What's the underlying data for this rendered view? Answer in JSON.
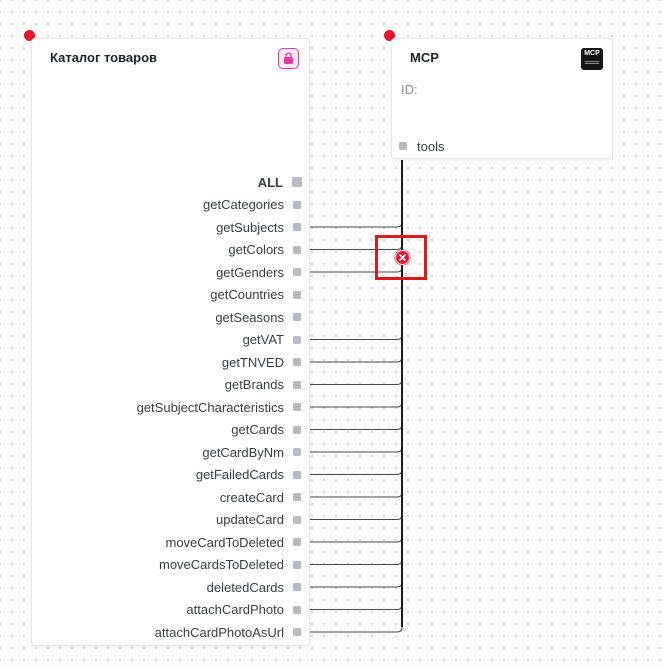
{
  "catalog_node": {
    "title": "Каталог товаров",
    "icon": "shopping-bag-icon",
    "accent": "#e23da4",
    "status_color": "#e3152f",
    "ports": [
      {
        "label": "ALL",
        "connected": false,
        "bold": true
      },
      {
        "label": "getCategories",
        "connected": false
      },
      {
        "label": "getSubjects",
        "connected": true
      },
      {
        "label": "getColors",
        "connected": true
      },
      {
        "label": "getGenders",
        "connected": true
      },
      {
        "label": "getCountries",
        "connected": false
      },
      {
        "label": "getSeasons",
        "connected": false
      },
      {
        "label": "getVAT",
        "connected": true
      },
      {
        "label": "getTNVED",
        "connected": true
      },
      {
        "label": "getBrands",
        "connected": true
      },
      {
        "label": "getSubjectCharacteristics",
        "connected": true
      },
      {
        "label": "getCards",
        "connected": true
      },
      {
        "label": "getCardByNm",
        "connected": true
      },
      {
        "label": "getFailedCards",
        "connected": true
      },
      {
        "label": "createCard",
        "connected": true
      },
      {
        "label": "updateCard",
        "connected": true
      },
      {
        "label": "moveCardToDeleted",
        "connected": true
      },
      {
        "label": "moveCardsToDeleted",
        "connected": true
      },
      {
        "label": "deletedCards",
        "connected": true
      },
      {
        "label": "attachCardPhoto",
        "connected": true
      },
      {
        "label": "attachCardPhotoAsUrl",
        "connected": true
      }
    ]
  },
  "mcp_node": {
    "title": "MCP",
    "logo_text": "MCP",
    "id_label": "ID:",
    "tools_label": "tools",
    "status_color": "#e3152f"
  },
  "edge_error": {
    "icon": "error-x-icon",
    "color": "#e3152f",
    "highlight_color": "#d91b1b"
  }
}
